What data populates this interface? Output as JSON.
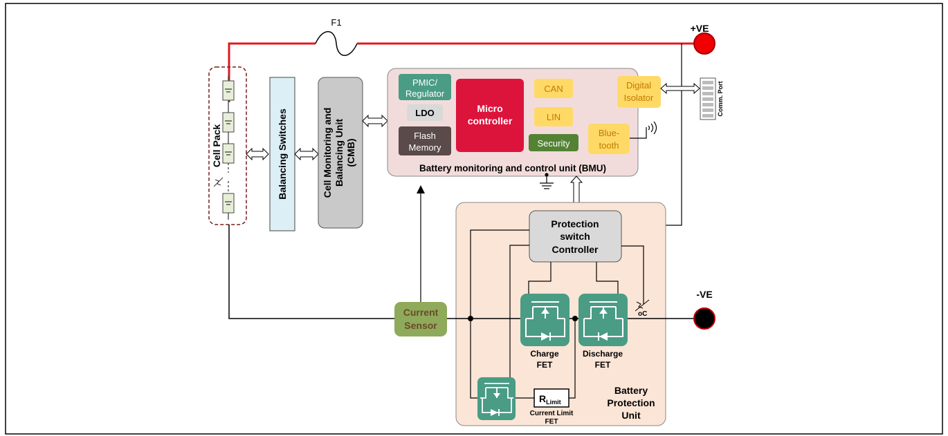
{
  "labels": {
    "fuse": "F1",
    "pos_terminal": "+VE",
    "neg_terminal": "-VE",
    "cell_pack": "Cell Pack",
    "balancing_switches": "Balancing Switches",
    "cmb_line1": "Cell Monitoring and",
    "cmb_line2": "Balancing Unit",
    "cmb_line3": "(CMB)",
    "pmic_line1": "PMIC/",
    "pmic_line2": "Regulator",
    "ldo": "LDO",
    "flash_line1": "Flash",
    "flash_line2": "Memory",
    "micro_line1": "Micro",
    "micro_line2": "controller",
    "can": "CAN",
    "lin": "LIN",
    "security": "Security",
    "isolator_line1": "Digital",
    "isolator_line2": "Isolator",
    "bluetooth_line1": "Blue-",
    "bluetooth_line2": "tooth",
    "comm_port": "Comm. Port",
    "bmu_title": "Battery monitoring and control unit (BMU)",
    "psc_line1": "Protection",
    "psc_line2": "switch",
    "psc_line3": "Controller",
    "current_line1": "Current",
    "current_line2": "Sensor",
    "charge_line1": "Charge",
    "charge_line2": "FET",
    "discharge_line1": "Discharge",
    "discharge_line2": "FET",
    "rlimit_main": "R",
    "rlimit_sub": "Limit",
    "climit_line1": "Current Limit",
    "climit_line2": "FET",
    "bpu_line1": "Battery",
    "bpu_line2": "Protection",
    "bpu_line3": "Unit",
    "temp_unit": "oC"
  },
  "colors": {
    "power_line": "#e0191f",
    "terminal_pos": "#f00000",
    "terminal_neg": "#000000",
    "bmu_bg": "#f2dcdb",
    "bpu_bg": "#fbe5d6",
    "micro": "#dc143c",
    "teal": "#4a9c84",
    "yellow": "#ffd966",
    "yellow_text": "#c07a00",
    "security": "#548235",
    "flash": "#5a4a4a",
    "ldo": "#d9d9d9",
    "cmb": "#c9c9c9",
    "balancing": "#dceef6",
    "current_sensor": "#8faa5a",
    "current_text": "#6b4a2a"
  }
}
